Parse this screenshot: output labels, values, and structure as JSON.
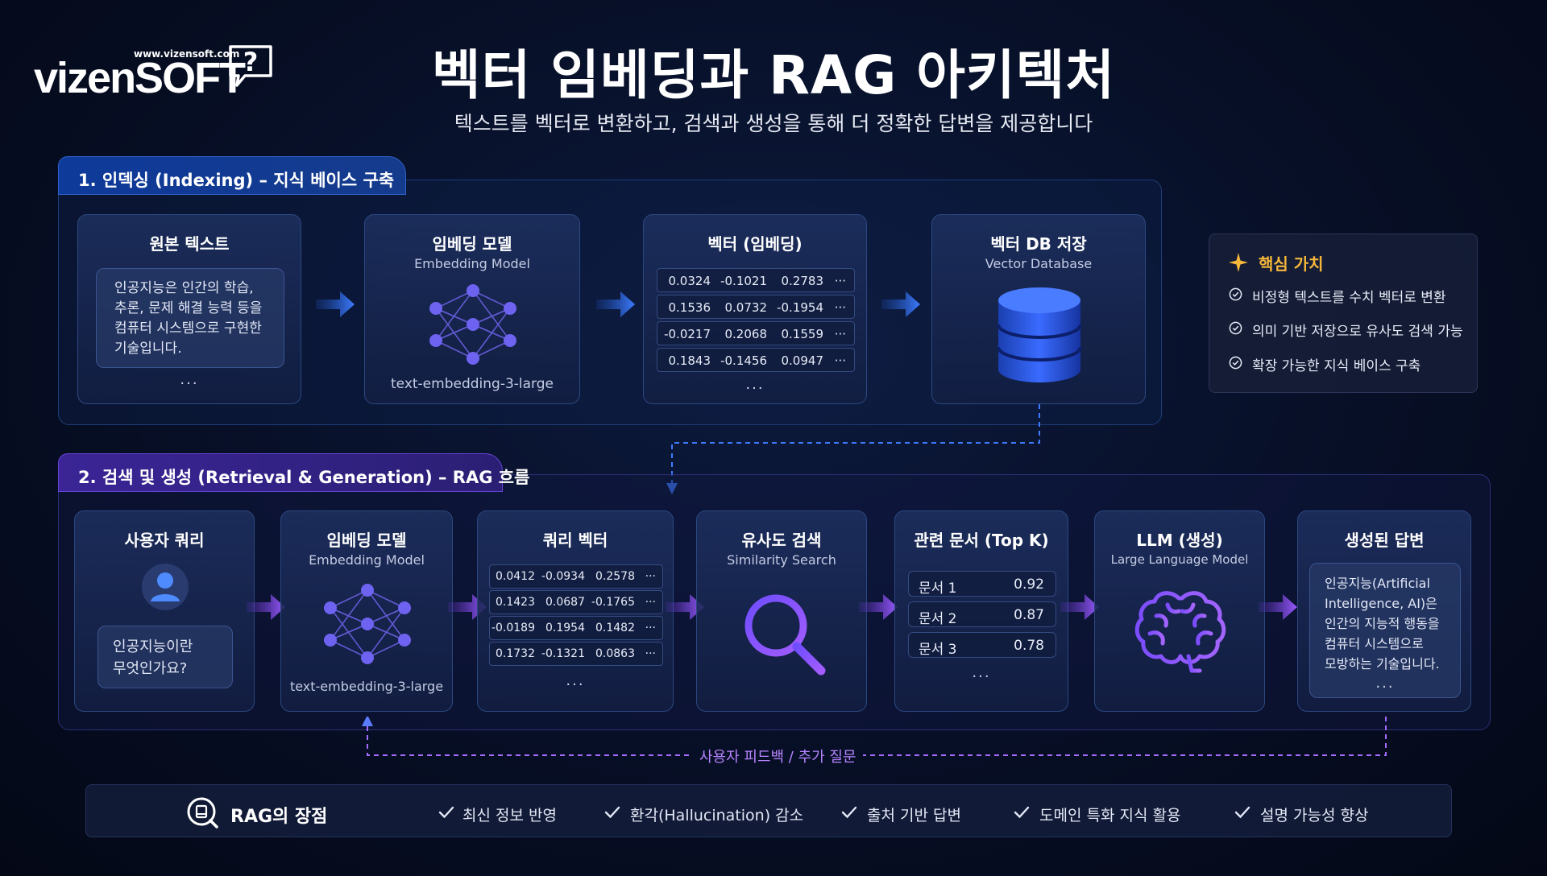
{
  "logo": {
    "url": "www.vizensoft.com",
    "name": "vizenSOFT",
    "mark": "?"
  },
  "header": {
    "title": "벡터 임베딩과 RAG 아키텍처",
    "subtitle": "텍스트를 벡터로 변환하고, 검색과 생성을 통해 더 정확한 답변을 제공합니다"
  },
  "indexing": {
    "tab": "1. 인덱싱 (Indexing) – 지식 베이스 구축",
    "source": {
      "title": "원본 텍스트",
      "lines": [
        "인공지능은 인간의 학습,",
        "추론, 문제 해결 능력 등을",
        "컴퓨터 시스템으로 구현한",
        "기술입니다."
      ],
      "more": "..."
    },
    "model": {
      "title": "임베딩 모델",
      "subtitle": "Embedding Model",
      "name": "text-embedding-3-large"
    },
    "vector": {
      "title": "벡터 (임베딩)",
      "rows": [
        [
          "0.0324",
          "-0.1021",
          "0.2783",
          "···"
        ],
        [
          "0.1536",
          "0.0732",
          "-0.1954",
          "···"
        ],
        [
          "-0.0217",
          "0.2068",
          "0.1559",
          "···"
        ],
        [
          "0.1843",
          "-0.1456",
          "0.0947",
          "···"
        ]
      ],
      "more": "..."
    },
    "db": {
      "title": "벡터 DB 저장",
      "subtitle": "Vector Database"
    }
  },
  "core_value": {
    "title": "핵심 가치",
    "items": [
      "비정형 텍스트를 수치 벡터로 변환",
      "의미 기반 저장으로 유사도 검색 가능",
      "확장 가능한 지식 베이스 구축"
    ]
  },
  "rag": {
    "tab": "2. 검색 및 생성 (Retrieval & Generation) – RAG 흐름",
    "query": {
      "title": "사용자 쿼리",
      "lines": [
        "인공지능이란",
        "무엇인가요?"
      ]
    },
    "model": {
      "title": "임베딩 모델",
      "subtitle": "Embedding Model",
      "name": "text-embedding-3-large"
    },
    "qvector": {
      "title": "쿼리 벡터",
      "rows": [
        [
          "0.0412",
          "-0.0934",
          "0.2578",
          "···"
        ],
        [
          "0.1423",
          "0.0687",
          "-0.1765",
          "···"
        ],
        [
          "-0.0189",
          "0.1954",
          "0.1482",
          "···"
        ],
        [
          "0.1732",
          "-0.1321",
          "0.0863",
          "···"
        ]
      ],
      "more": "..."
    },
    "search": {
      "title": "유사도 검색",
      "subtitle": "Similarity Search"
    },
    "docs": {
      "title": "관련 문서 (Top K)",
      "rows": [
        {
          "name": "문서 1",
          "score": "0.92"
        },
        {
          "name": "문서 2",
          "score": "0.87"
        },
        {
          "name": "문서 3",
          "score": "0.78"
        }
      ],
      "more": "..."
    },
    "llm": {
      "title": "LLM (생성)",
      "subtitle": "Large Language Model"
    },
    "answer": {
      "title": "생성된 답변",
      "lines": [
        "인공지능(Artificial",
        "Intelligence, AI)은",
        "인간의 지능적 행동을",
        "컴퓨터 시스템으로",
        "모방하는 기술입니다."
      ],
      "more": "..."
    },
    "feedback": "사용자 피드백 / 추가 질문"
  },
  "advantages": {
    "title": "RAG의 장점",
    "items": [
      "최신 정보 반영",
      "환각(Hallucination) 감소",
      "출처 기반 답변",
      "도메인 특화 지식 활용",
      "설명 가능성 향상"
    ]
  },
  "colors": {
    "indexing_accent": "#2f62c9",
    "rag_accent": "#7a4cf0",
    "core_value_accent": "#f5b63a",
    "feedback_line": "#a56bff"
  },
  "icons": [
    "vizensoft-logo",
    "neural-network-icon",
    "database-icon",
    "user-icon",
    "magnifier-icon",
    "brain-icon",
    "sparkle-icon",
    "check-circle-icon",
    "check-icon",
    "rag-search-icon"
  ]
}
